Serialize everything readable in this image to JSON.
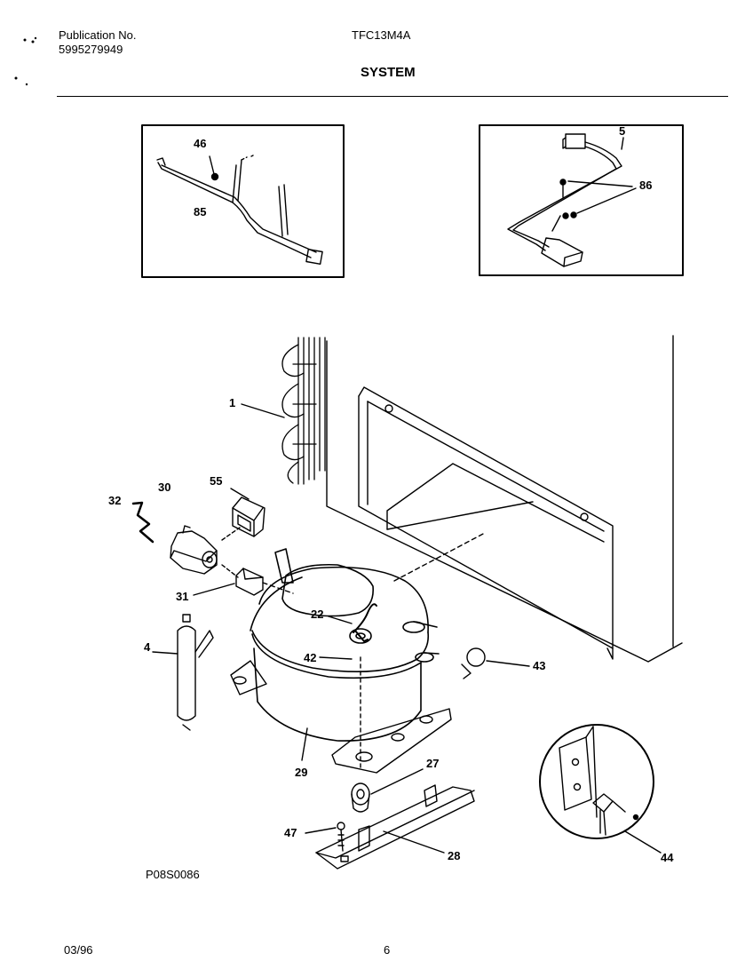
{
  "header": {
    "publication_label": "Publication No.",
    "publication_number": "5995279949",
    "model": "TFC13M4A",
    "section_title": "SYSTEM"
  },
  "callouts": {
    "p46": "46",
    "p85": "85",
    "p5": "5",
    "p86": "86",
    "p1": "1",
    "p55": "55",
    "p30": "30",
    "p32": "32",
    "p31": "31",
    "p22": "22",
    "p4": "4",
    "p42": "42",
    "p43": "43",
    "p29": "29",
    "p27": "27",
    "p47": "47",
    "p28": "28",
    "p44": "44"
  },
  "drawing_id": "P08S0086",
  "footer": {
    "date": "03/96",
    "page_number": "6"
  }
}
